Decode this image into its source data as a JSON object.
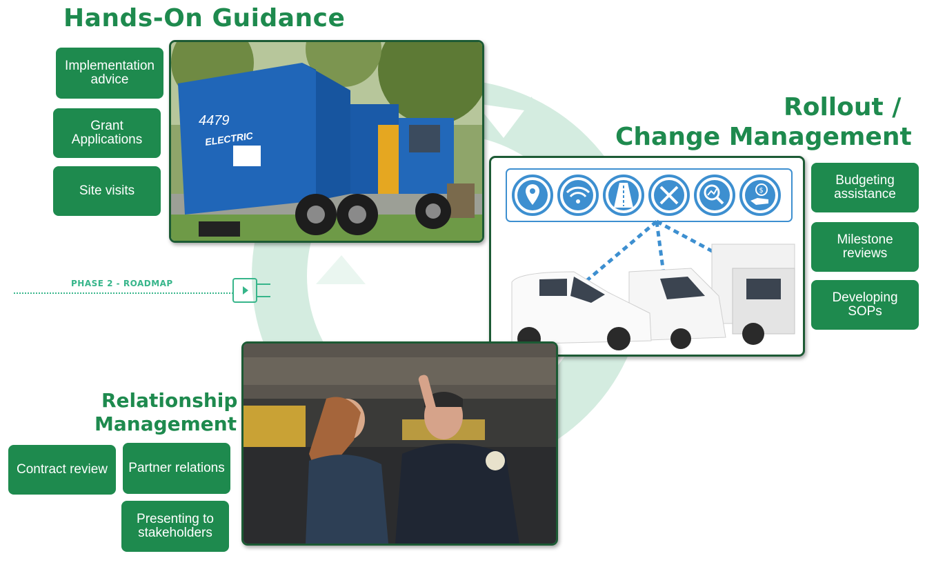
{
  "colors": {
    "brand_green": "#1e8a4e",
    "cycle_mint": "#cfe9dc",
    "icon_blue": "#3d8fd0",
    "phase_teal": "#36b58a"
  },
  "hands_on": {
    "title": "Hands-On Guidance",
    "items": [
      {
        "label": "Implementation advice"
      },
      {
        "label": "Grant Applications"
      },
      {
        "label": "Site visits"
      }
    ],
    "photo": {
      "truck_number": "4479",
      "side_text": "ELECTRIC"
    }
  },
  "rollout": {
    "title_line1": "Rollout /",
    "title_line2": "Change Management",
    "items": [
      {
        "label": "Budgeting assistance"
      },
      {
        "label": "Milestone reviews"
      },
      {
        "label": "Developing SOPs"
      }
    ],
    "icons": [
      "location-pin-icon",
      "wifi-icon",
      "road-icon",
      "tools-icon",
      "analytics-icon",
      "money-hand-icon"
    ]
  },
  "relationship": {
    "title_line1": "Relationship",
    "title_line2": "Management",
    "items": [
      {
        "label": "Contract review"
      },
      {
        "label": "Partner relations"
      },
      {
        "label": "Presenting to stakeholders"
      }
    ]
  },
  "phase": {
    "label": "PHASE 2 - ROADMAP"
  }
}
